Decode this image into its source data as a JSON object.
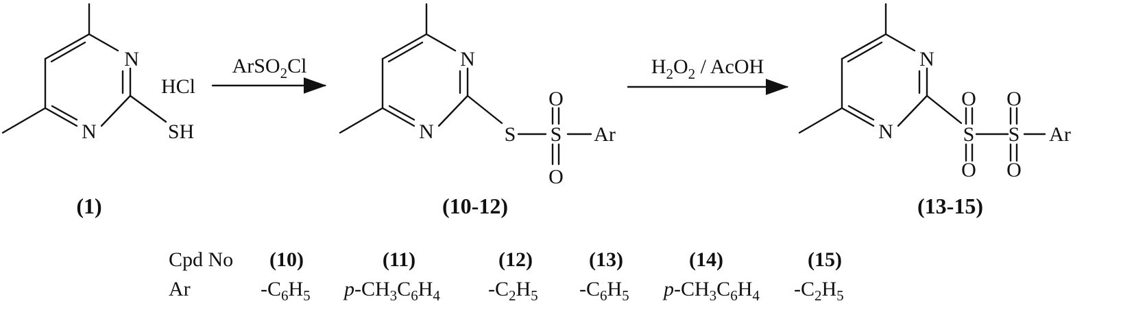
{
  "structure_1": {
    "atoms": [
      "N",
      "N",
      "SH"
    ],
    "salt": "HCl",
    "label": "(1)"
  },
  "structure_2": {
    "atoms": [
      "N",
      "N",
      "S",
      "S",
      "O",
      "O",
      "Ar"
    ],
    "label": "(10-12)"
  },
  "structure_3": {
    "atoms": [
      "N",
      "N",
      "S",
      "S",
      "O",
      "O",
      "O",
      "O",
      "Ar"
    ],
    "label": "(13-15)"
  },
  "arrow_1": {
    "reagent_main": "ArSO",
    "reagent_sub": "2",
    "reagent_tail": "Cl"
  },
  "arrow_2": {
    "h": "H",
    "h_sub": "2",
    "o": "O",
    "o_sub": "2",
    "tail": " / AcOH"
  },
  "table": {
    "row1_label": "Cpd No",
    "row2_label": "Ar",
    "compounds": [
      "(10)",
      "(11)",
      "(12)",
      "(13)",
      "(14)",
      "(15)"
    ],
    "ar_groups": [
      {
        "prefix": "",
        "parts": [
          "-C",
          "6",
          "H",
          "5"
        ]
      },
      {
        "prefix": "p",
        "parts": [
          "-CH",
          "3",
          "C",
          "6",
          "H",
          "4"
        ]
      },
      {
        "prefix": "",
        "parts": [
          "-C",
          "2",
          "H",
          "5"
        ]
      },
      {
        "prefix": "",
        "parts": [
          "-C",
          "6",
          "H",
          "5"
        ]
      },
      {
        "prefix": "p",
        "parts": [
          "-CH",
          "3",
          "C",
          "6",
          "H",
          "4"
        ]
      },
      {
        "prefix": "",
        "parts": [
          "-C",
          "2",
          "H",
          "5"
        ]
      }
    ]
  }
}
